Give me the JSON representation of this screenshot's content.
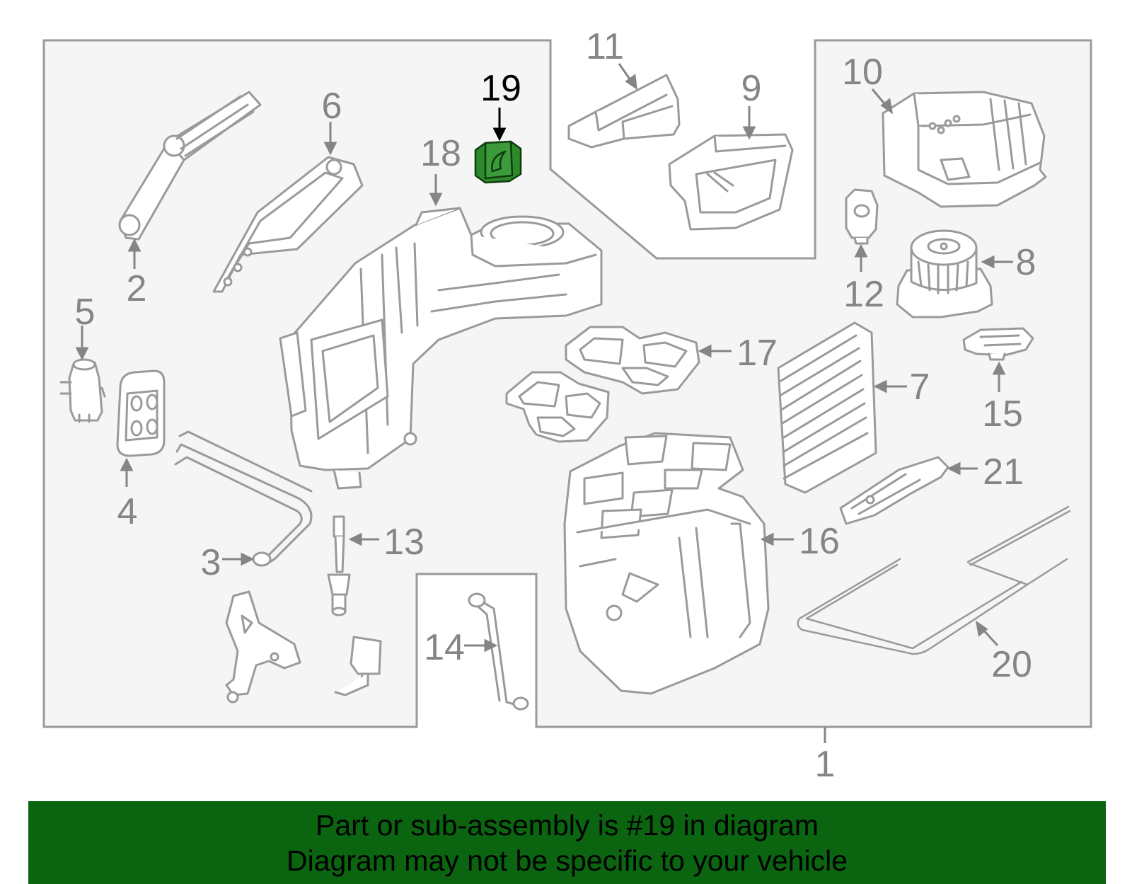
{
  "colors": {
    "line": "#9a9a9a",
    "panel": "#f5f5f5",
    "label": "#858585",
    "highlight_fill": "#2c8a2a",
    "highlight_stroke": "#0e3b0e",
    "highlight_label": "#000000",
    "banner_bg": "#0a6410"
  },
  "callouts": {
    "c1": "1",
    "c2": "2",
    "c3": "3",
    "c4": "4",
    "c5": "5",
    "c6": "6",
    "c7": "7",
    "c8": "8",
    "c9": "9",
    "c10": "10",
    "c11": "11",
    "c12": "12",
    "c13": "13",
    "c14": "14",
    "c15": "15",
    "c16": "16",
    "c17": "17",
    "c18": "18",
    "c19": "19",
    "c20": "20",
    "c21": "21"
  },
  "highlighted_part": "19",
  "banner": {
    "line1": "Part or sub-assembly is #19 in diagram",
    "line2": "Diagram may not be specific to your vehicle"
  }
}
